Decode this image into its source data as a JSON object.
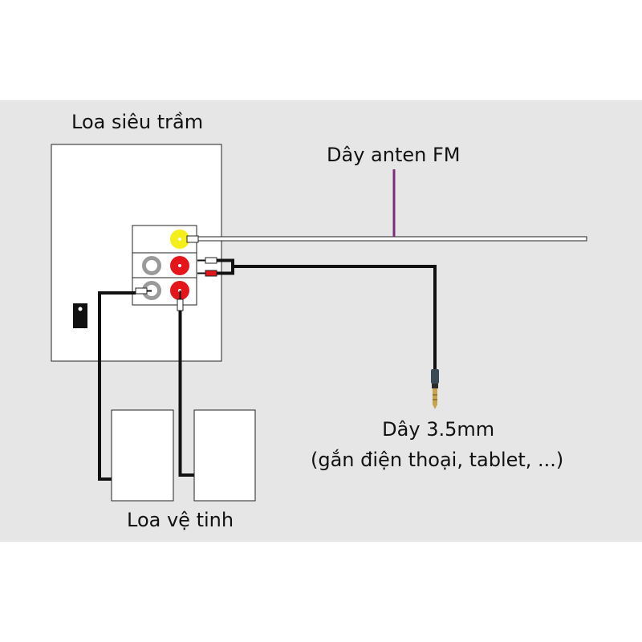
{
  "labels": {
    "subwoofer": "Loa siêu trầm",
    "antenna": "Dây anten FM",
    "satellite": "Loa vệ tinh",
    "jack_line1": "Dây 3.5mm",
    "jack_line2": "(gắn điện thoại, tablet, ...)"
  },
  "colors": {
    "panel_background": "#e6e6e7",
    "cable": "#111111",
    "antenna_wire": "#7a2e7a",
    "port_yellow": "#f4ef1a",
    "port_red": "#e4151b",
    "port_grey": "#9a9a9a"
  }
}
